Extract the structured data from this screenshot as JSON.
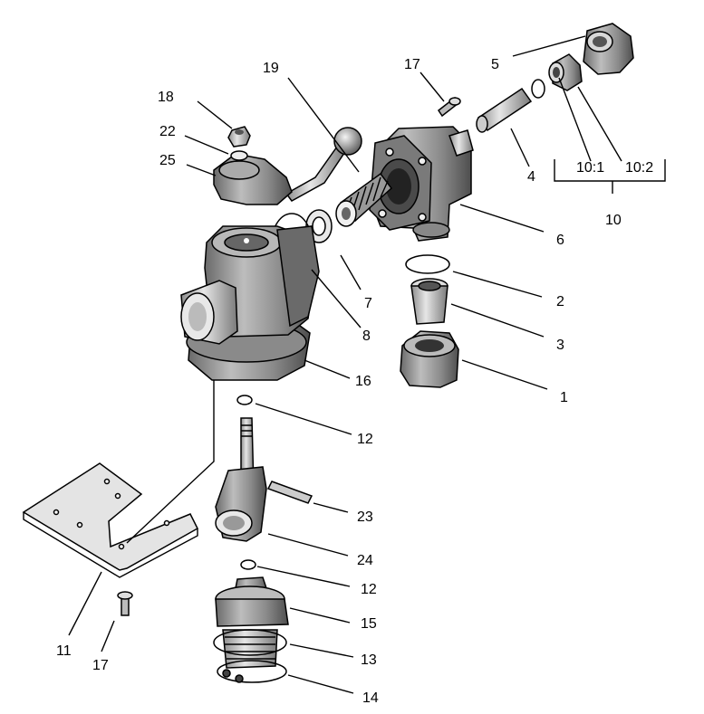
{
  "labels": {
    "l1": "1",
    "l2": "2",
    "l3": "3",
    "l4": "4",
    "l5": "5",
    "l6": "6",
    "l7": "7",
    "l8": "8",
    "l10": "10",
    "l10_1": "10:1",
    "l10_2": "10:2",
    "l11": "11",
    "l12a": "12",
    "l12b": "12",
    "l13": "13",
    "l14": "14",
    "l15": "15",
    "l16": "16",
    "l17a": "17",
    "l17b": "17",
    "l18": "18",
    "l19": "19",
    "l22": "22",
    "l23": "23",
    "l24": "24",
    "l25": "25"
  },
  "colors": {
    "ink": "#000000",
    "body": "#9a9a9a",
    "body_light": "#c8c8c8",
    "body_dark": "#5a5a5a",
    "plate": "#e4e4e4"
  }
}
